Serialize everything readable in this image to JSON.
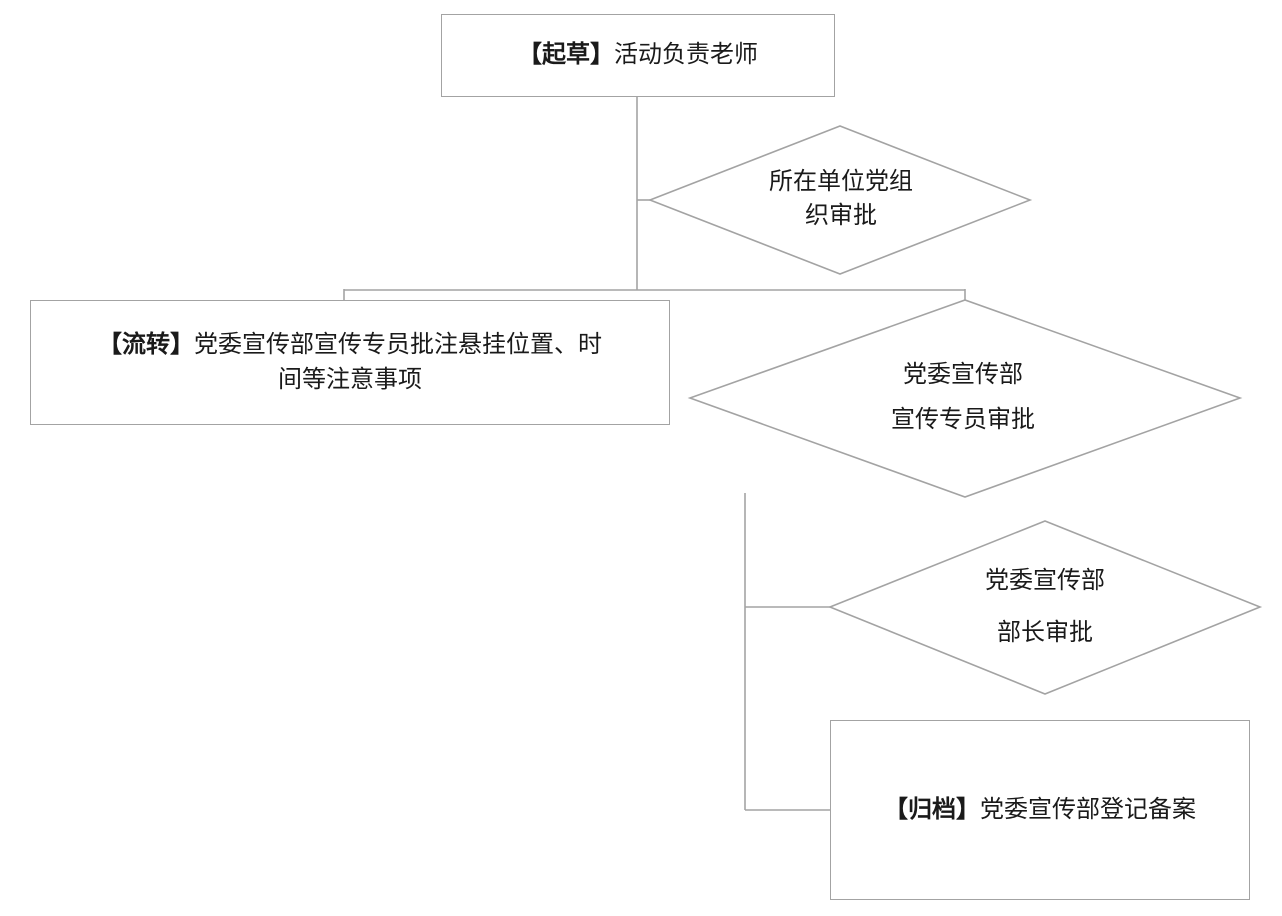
{
  "colors": {
    "shape_border": "#a3a3a3",
    "line": "#a3a3a3",
    "shape_fill": "#ffffff",
    "text": "#1a1a1a"
  },
  "nodes": {
    "draft_box": {
      "prefix": "【起草】",
      "label": "活动负责老师"
    },
    "unit_party_diamond": {
      "line1": "所在单位党组",
      "line2": "织审批"
    },
    "circulate_box": {
      "prefix": "【流转】",
      "line1_rest": "党委宣传部宣传专员批注悬挂位置、时",
      "line2": "间等注意事项"
    },
    "specialist_diamond": {
      "line1": "党委宣传部",
      "line2": "宣传专员审批"
    },
    "minister_diamond": {
      "line1": "党委宣传部",
      "line2": "部长审批"
    },
    "archive_box": {
      "prefix": "【归档】",
      "label": "党委宣传部登记备案"
    }
  }
}
